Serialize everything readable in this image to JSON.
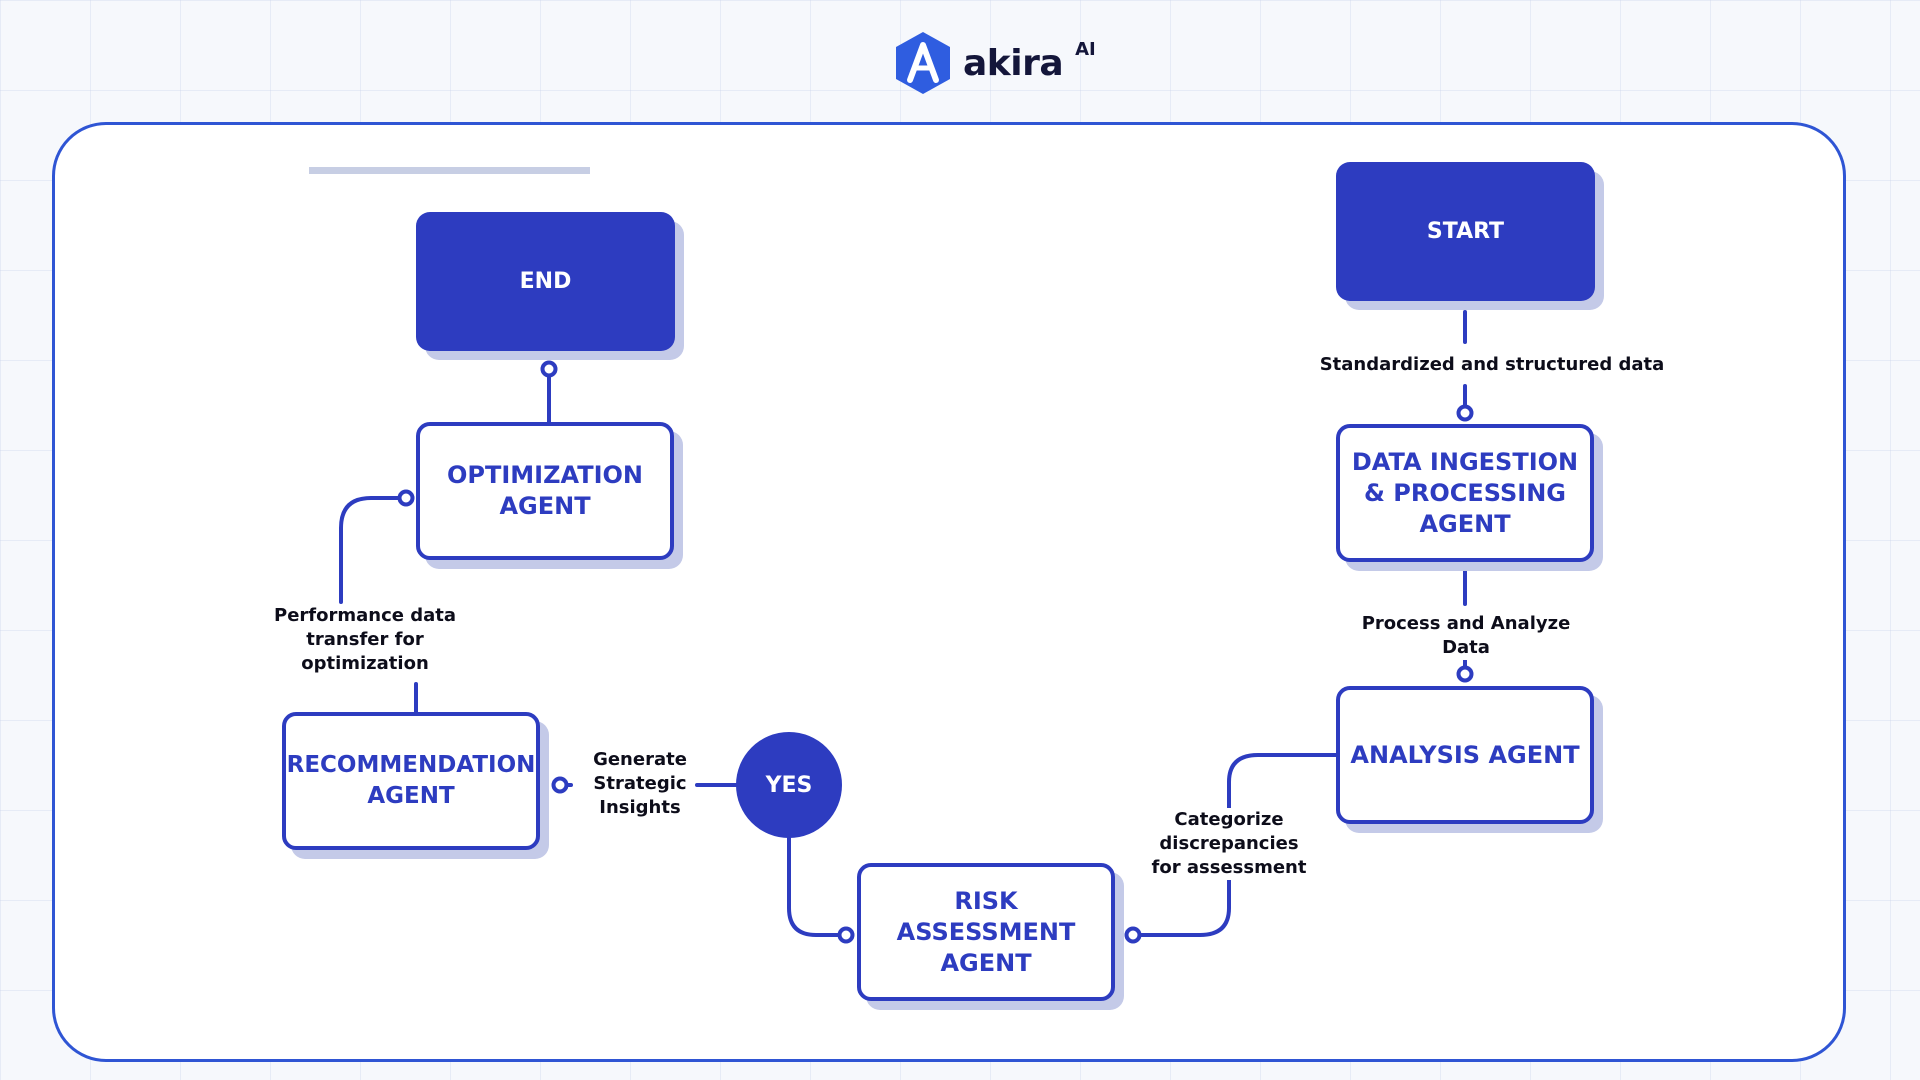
{
  "header": {
    "brand": "akira",
    "brand_suffix": "AI"
  },
  "diagram": {
    "accent_color": "#2d3cc0",
    "frame_color": "#2f55d4",
    "nodes": {
      "start": "START",
      "data_ingestion": "DATA INGESTION & PROCESSING AGENT",
      "analysis": "ANALYSIS AGENT",
      "risk_assessment": "RISK ASSESSMENT AGENT",
      "yes": "YES",
      "recommendation": "RECOMMENDATION AGENT",
      "optimization": "OPTIMIZATION AGENT",
      "end": "END"
    },
    "edge_labels": {
      "start_to_ingestion": "Standardized and structured data",
      "ingestion_to_analysis": "Process and Analyze Data",
      "analysis_to_risk": "Categorize discrepancies for assessment",
      "yes_to_recommendation": "Generate Strategic Insights",
      "recommendation_to_optimization": "Performance data transfer for optimization"
    }
  }
}
